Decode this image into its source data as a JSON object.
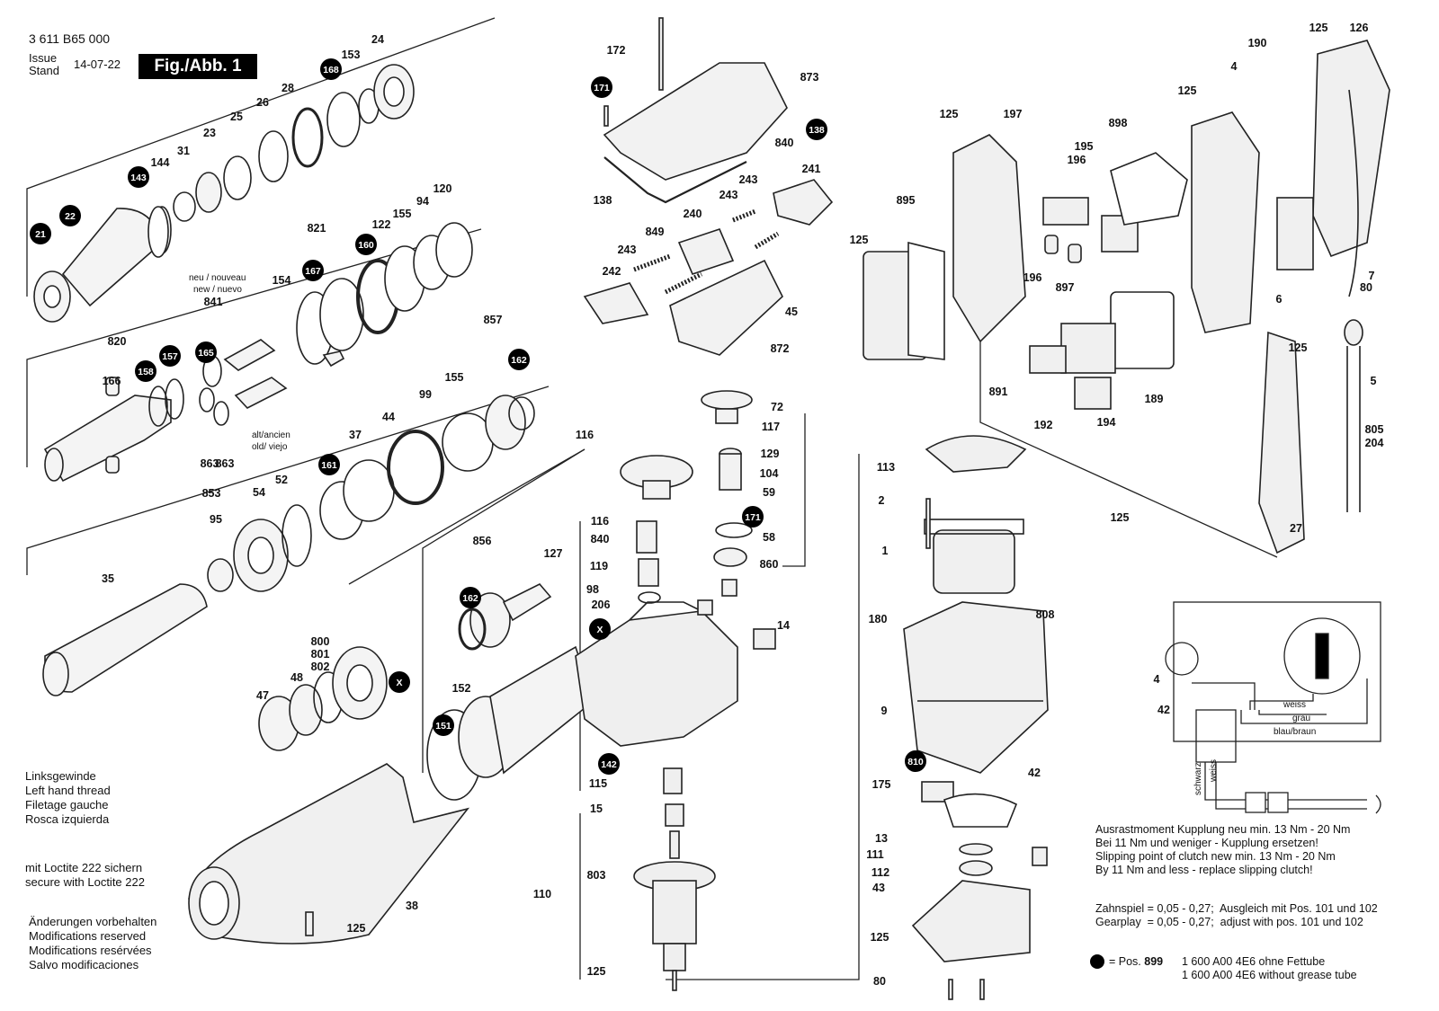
{
  "header": {
    "part_number": "3 611 B65 000",
    "issue_label_1": "Issue",
    "issue_label_2": "Stand",
    "issue_date": "14-07-22",
    "figure_label": "Fig./Abb. 1"
  },
  "legend": {
    "left_hand_thread": "Linksgewinde\nLeft hand thread\nFiletage gauche\nRosca izquierda",
    "loctite": "mit Loctite 222 sichern\nsecure with Loctite 222",
    "modifications": "Änderungen vorbehalten\nModifications reserved\nModifications resérvées\nSalvo modificaciones"
  },
  "notes": {
    "clutch": "Ausrastmoment Kupplung neu min. 13 Nm - 20 Nm\nBei 11 Nm und weniger - Kupplung ersetzen!\nSlipping point of clutch new min. 13 Nm - 20 Nm\nBy 11 Nm and less - replace slipping clutch!",
    "gearplay": "Zahnspiel = 0,05 - 0,27;  Ausgleich mit Pos. 101 und 102\nGearplay  = 0,05 - 0,27;  adjust with pos. 101 und 102",
    "pos899_prefix": "= Pos.",
    "pos899_number": "899",
    "pos899_text": "1 600 A00 4E6 ohne Fettube\n1 600 A00 4E6 without grease tube"
  },
  "wiring": {
    "labels": {
      "weiss_top": "weiss",
      "grau": "grau",
      "blau_braun": "blau/braun",
      "schwarz": "schwarz",
      "weiss_vertical": "weiss"
    }
  },
  "annotations": {
    "neu_1": "neu / nouveau",
    "neu_2": "new / nuevo",
    "alt_1": "alt/ancien",
    "alt_2": "old/ viejo"
  },
  "callouts_plain": [
    "24",
    "153",
    "28",
    "26",
    "25",
    "23",
    "31",
    "144",
    "821",
    "122",
    "155",
    "94",
    "120",
    "154",
    "841",
    "820",
    "166",
    "857",
    "155",
    "99",
    "44",
    "37",
    "863",
    "863",
    "853",
    "54",
    "52",
    "95",
    "35",
    "856",
    "800",
    "801",
    "802",
    "48",
    "47",
    "152",
    "38",
    "125",
    "172",
    "873",
    "840",
    "138",
    "241",
    "243",
    "243",
    "240",
    "243",
    "242",
    "849",
    "45",
    "872",
    "72",
    "117",
    "129",
    "104",
    "59",
    "58",
    "860",
    "116",
    "116",
    "840",
    "127",
    "119",
    "98",
    "206",
    "14",
    "115",
    "15",
    "803",
    "110",
    "125",
    "125",
    "197",
    "895",
    "125",
    "891",
    "192",
    "194",
    "195",
    "196",
    "196",
    "897",
    "898",
    "189",
    "125",
    "4",
    "190",
    "125",
    "126",
    "7",
    "80",
    "6",
    "5",
    "805",
    "204",
    "125",
    "125",
    "27",
    "113",
    "2",
    "1",
    "180",
    "808",
    "9",
    "42",
    "175",
    "13",
    "111",
    "112",
    "43",
    "125",
    "80",
    "4",
    "42"
  ],
  "callouts_filled": [
    "21",
    "22",
    "143",
    "168",
    "167",
    "160",
    "165",
    "157",
    "158",
    "162",
    "161",
    "171",
    "138",
    "171",
    "162",
    "151",
    "142",
    "810",
    "X",
    "X"
  ]
}
